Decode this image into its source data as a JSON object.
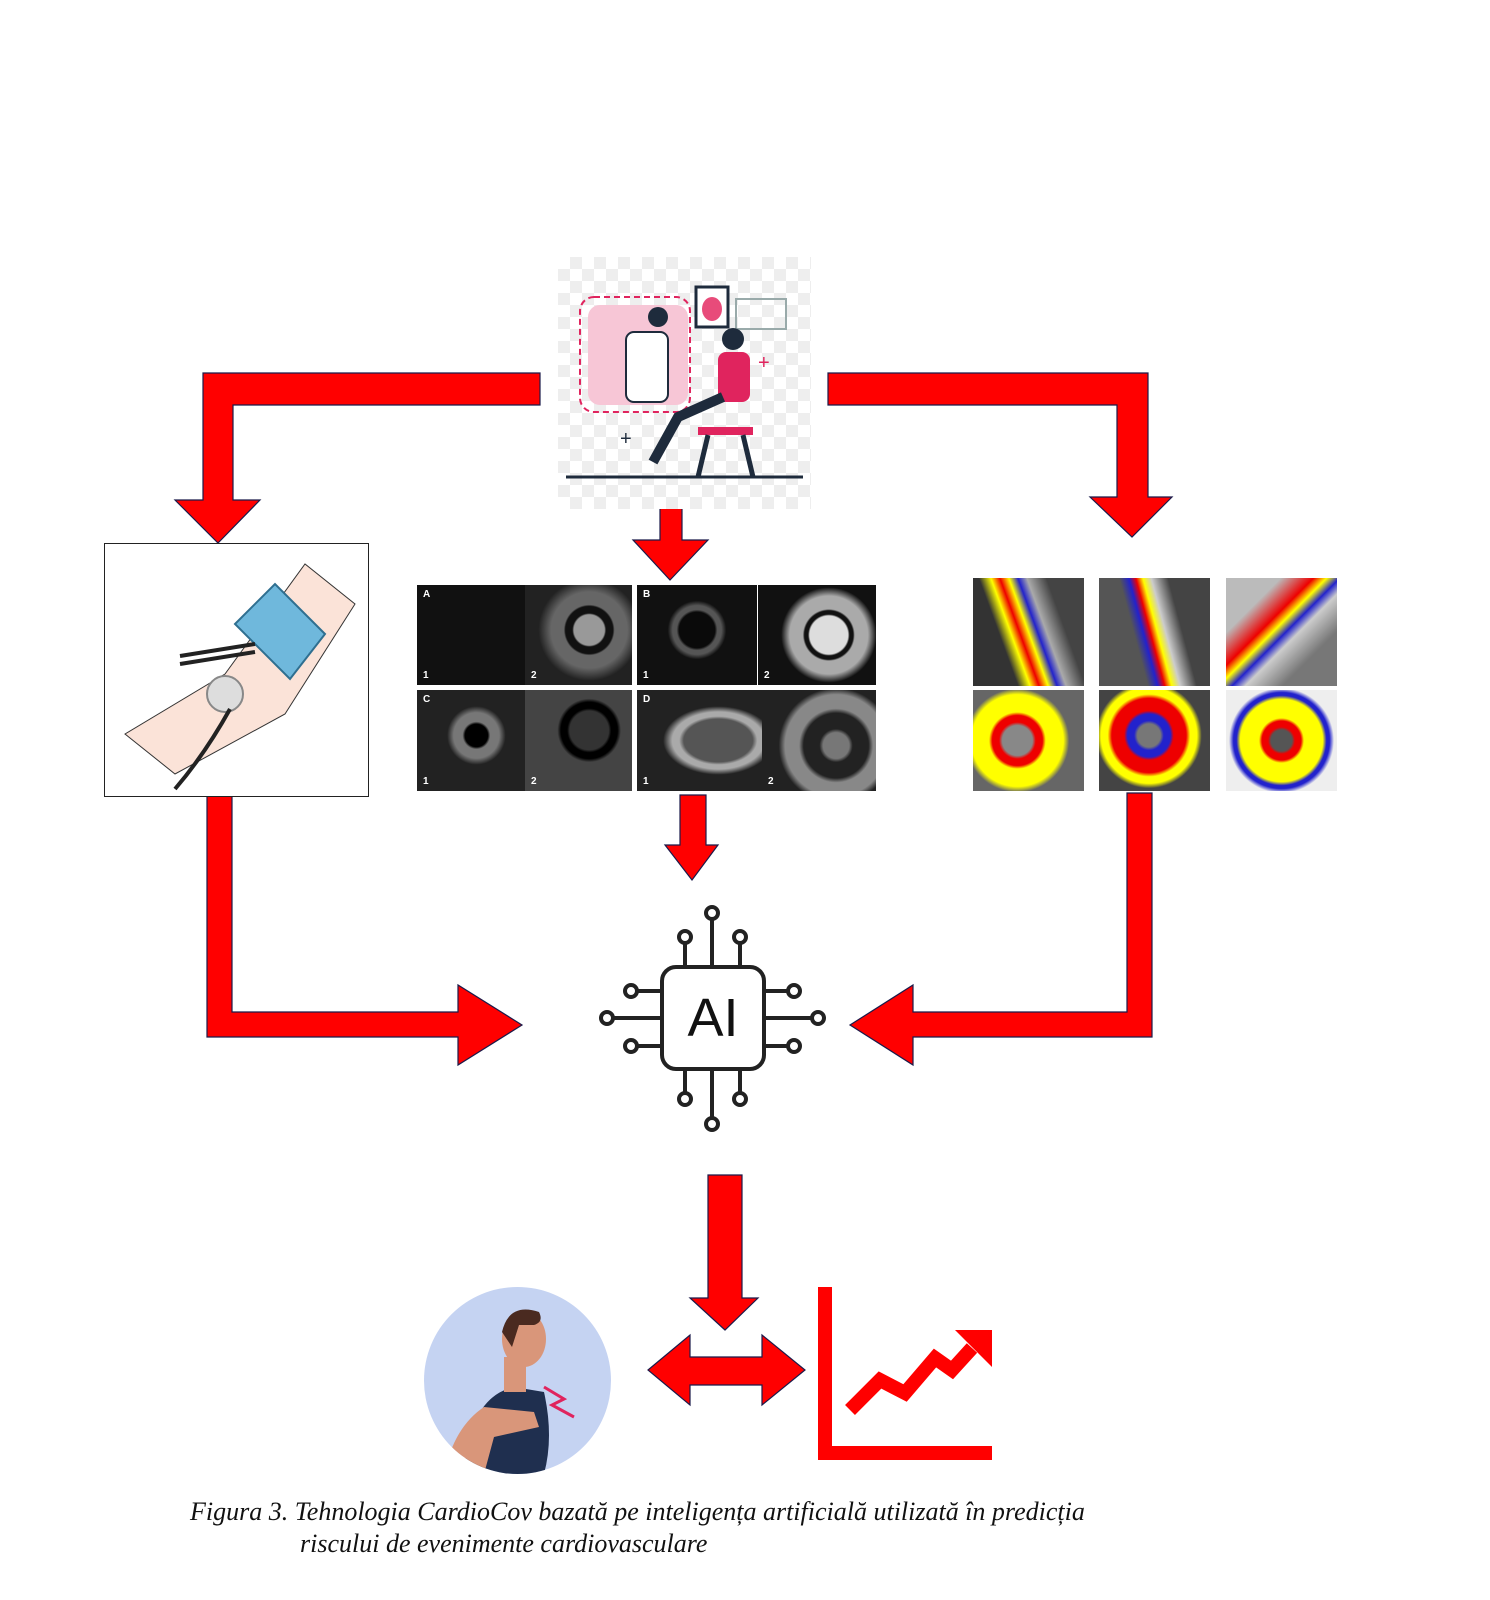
{
  "colors": {
    "arrow": "#ff0000",
    "arrow_outline": "#1a1a4a",
    "chip": "#222222",
    "patient_bg": "#c5d3f2"
  },
  "nodes": {
    "clinical_exam": "doctor-examining-patient-illustration",
    "blood_pressure": "blood-pressure-measurement-illustration",
    "cardiac_mri": {
      "panels": [
        "A",
        "B",
        "C",
        "D"
      ],
      "sub_labels": [
        "1",
        "2"
      ]
    },
    "vascular_heatmaps": "coronary-plaque-heatmap-images",
    "ai_chip": {
      "label": "AI"
    },
    "patient": "patient-chest-pain-illustration",
    "risk_chart": "rising-trend-chart-icon"
  },
  "caption": {
    "line1": "Figura 3. Tehnologia CardioCov bazată pe inteligența artificială utilizată în predicția",
    "line2": "riscului de evenimente cardiovasculare"
  }
}
